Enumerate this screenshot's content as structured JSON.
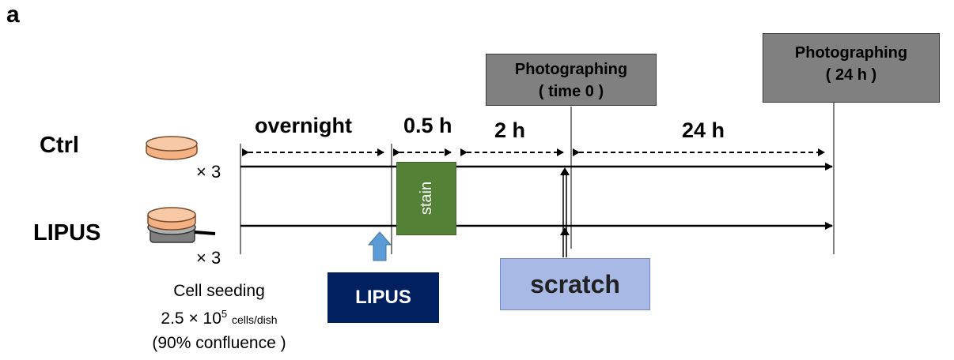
{
  "panel_letter": "a",
  "groups": {
    "ctrl": {
      "label": "Ctrl",
      "count": "× 3"
    },
    "lipus": {
      "label": "LIPUS",
      "count": "× 3"
    }
  },
  "seeding": {
    "line1": "Cell seeding",
    "density_main": "2.5 × 10",
    "density_exp": "5",
    "density_unit": "cells/dish",
    "line3": "(90% confluence )"
  },
  "intervals": {
    "overnight": "overnight",
    "half_hour": "0.5 h",
    "two_h": "2 h",
    "twentyfour_h": "24 h"
  },
  "photographing": {
    "time0": {
      "title": "Photographing",
      "sub": "( time 0 )"
    },
    "h24": {
      "title": "Photographing",
      "sub": "( 24 h )"
    }
  },
  "steps": {
    "stain": "stain",
    "lipus": "LIPUS",
    "scratch": "scratch"
  },
  "colors": {
    "dish_fill": "#f4b183",
    "stain": "#538135",
    "lipus_box": "#002060",
    "scratch_box": "#a9b9e6",
    "lipus_arrow": "#5b9bd5",
    "photo_box": "#808080"
  }
}
